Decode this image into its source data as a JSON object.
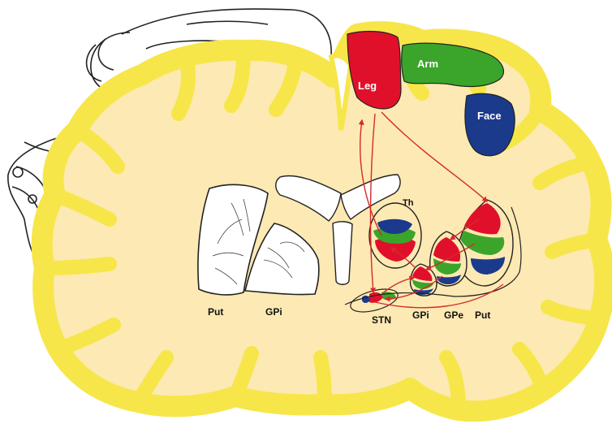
{
  "labels": {
    "leg": "Leg",
    "arm": "Arm",
    "face": "Face",
    "thalamus": "Th",
    "stn": "STN",
    "gpi_right": "GPi",
    "gpe": "GPe",
    "put_right": "Put",
    "put_left": "Put",
    "gpi_left": "GPi"
  },
  "colors": {
    "background": "#ffffff",
    "white_matter": "#fde9b3",
    "gray_matter": "#f6e64a",
    "outline": "#222222",
    "leg": "#e0102a",
    "arm": "#3aa52a",
    "face": "#1b3a8c",
    "pathway": "#d42a2a"
  }
}
